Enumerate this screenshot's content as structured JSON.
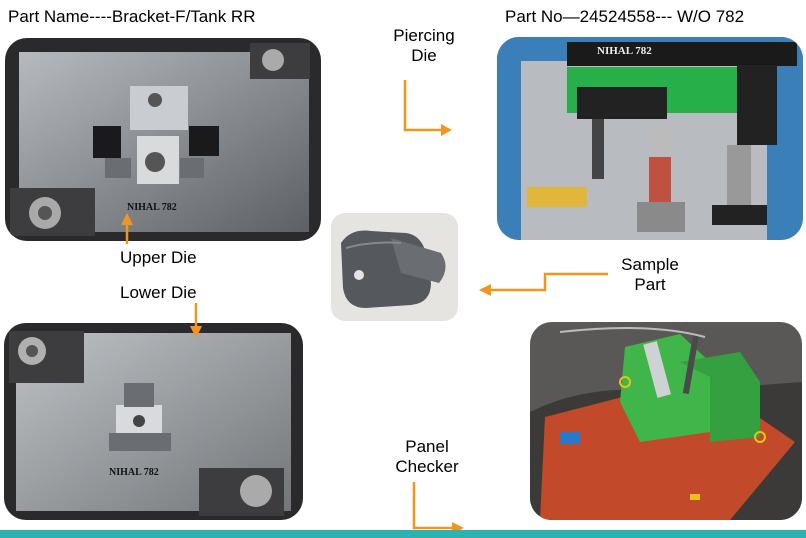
{
  "part_name": "Part Name----Bracket-F/Tank RR",
  "part_no": "Part No—24524558---  W/O 782",
  "labels": {
    "piercing_die": [
      "Piercing",
      "Die"
    ],
    "upper_die": "Upper Die",
    "lower_die": "Lower Die",
    "sample_part": [
      "Sample",
      "Part"
    ],
    "panel_checker": [
      "Panel",
      "Checker"
    ]
  },
  "photo_stamps": {
    "upper_die": "NIHAL   782",
    "piercing_die": "NIHAL  782",
    "lower_die": "NIHAL  782"
  },
  "colors": {
    "arrow": "#f0961e",
    "bottom_bar": "#2ab3b0"
  }
}
